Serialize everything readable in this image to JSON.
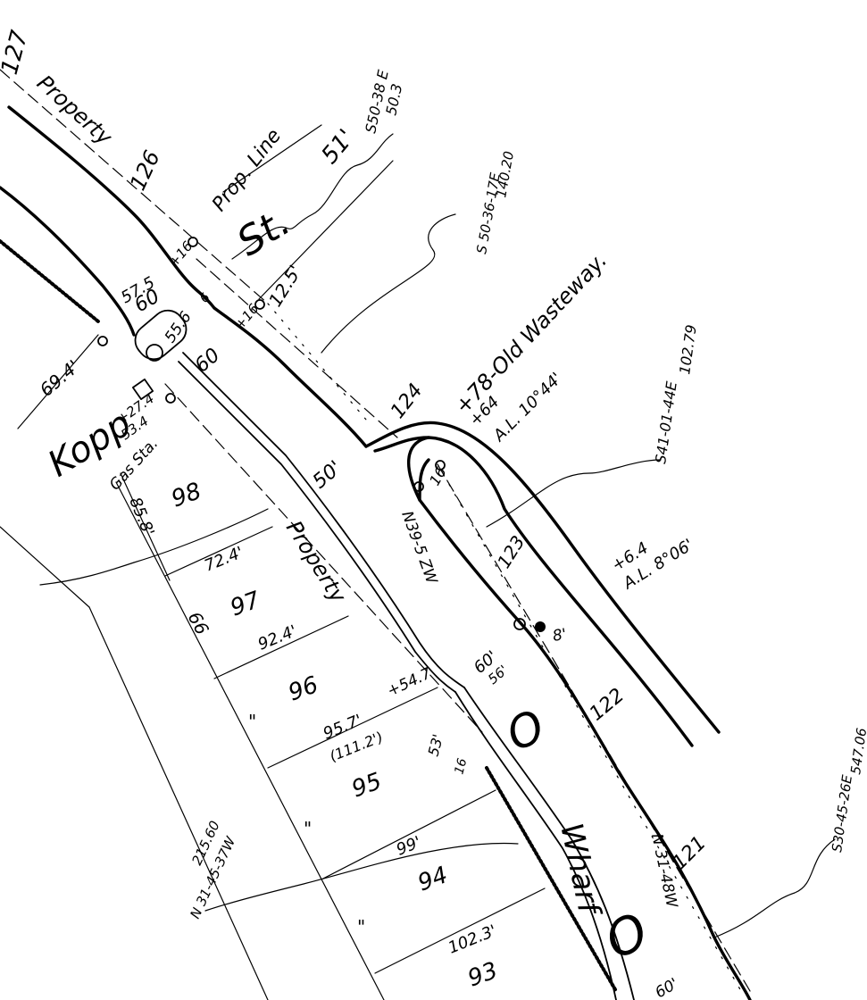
{
  "map": {
    "labels": {
      "station_127": "127",
      "property_upper": "Property",
      "station_126": "126",
      "prop_line": "Prop. Line",
      "dim_51": "51'",
      "street_st": "St.",
      "bearing_s50_38e": "S50-38 E",
      "bearing_s50_38e_dist": "50.3",
      "bearing_s50_36_17e": "S 50-36-17E",
      "bearing_s50_36_17e_dist": "140.20",
      "plus16_a": "+16",
      "plus16_b": "+16",
      "dim_125": "12.5'",
      "dim_57_5": "57.5",
      "dim_60_a": "60",
      "dim_55_6": "55.6",
      "dim_6": "6",
      "dim_60_b": "60",
      "dim_69_4": "69.4'",
      "kopp": "Kopp",
      "kopp_sta": "+27.4",
      "kopp_sta2": "53.4",
      "gas_sta": "Gas Sta.",
      "lot_98": "98",
      "dim_85_8": "85.8'",
      "dim_50": "50'",
      "old_wasteway": "+78-Old Wasteway.",
      "station_124": "124",
      "sta_plus64": "+64",
      "al_10_44": "A.L. 10°44'",
      "bearing_s41": "S41-01-44E",
      "bearing_s41_dist": "102.79",
      "dim_16": "16",
      "bearing_n39": "N39-5 ZW",
      "station_123": "123",
      "lot_97": "97",
      "dim_72_4": "72.4'",
      "property_lower": "Property",
      "sta_plus64_b": "+6.4",
      "al_8_06": "A.L. 8°06'",
      "lot_99": "66",
      "dim_92_4": "92.4'",
      "dim_8": "8'",
      "lot_96": "96",
      "dim_60_56": "60'",
      "dim_56": "56'",
      "station_122": "122",
      "dim_95_7": "95.7'",
      "dim_111_2": "(111.2')",
      "dim_54_7": "+54.7",
      "dim_53": "53'",
      "dim_16_b": "16",
      "lot_95": "95",
      "bearing_n31_45_37w": "N 31-45-37W",
      "bearing_n31_45_37w_dist": "215.60",
      "dim_99": "99'",
      "lot_94": "94",
      "wharf": "Wharf",
      "bearing_n31_48w": "N 31-48W",
      "station_121": "121",
      "bearing_s30_45_26e": "S30-45-26E",
      "bearing_s30_45_26e_dist": "547.06",
      "dim_102_3": "102.3'",
      "lot_93": "93",
      "dim_60_bottom": "60'",
      "ditto_a": "\"",
      "ditto_b": "\"",
      "ditto_c": "\"",
      "big_o_a": "O",
      "big_o_b": "O"
    }
  }
}
